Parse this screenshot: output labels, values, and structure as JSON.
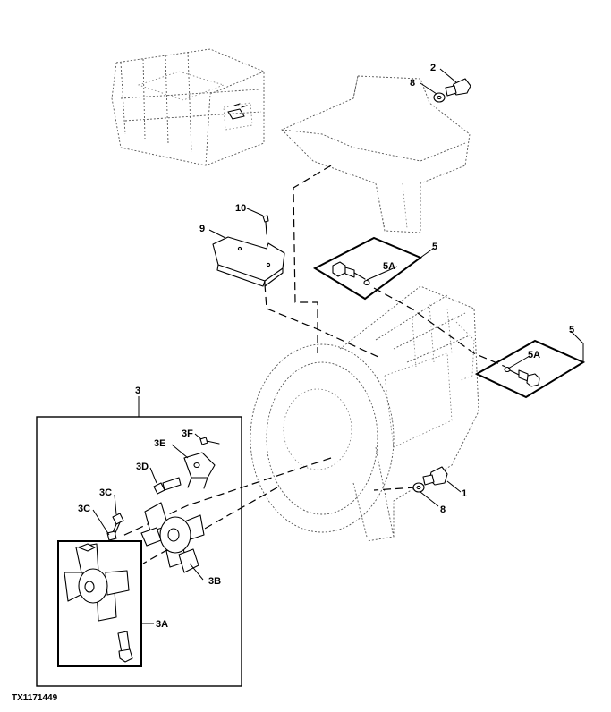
{
  "figure_id": "TX1171449",
  "callouts": {
    "c1": "1",
    "c2": "2",
    "c3": "3",
    "c3A": "3A",
    "c3B": "3B",
    "c3C_upper": "3C",
    "c3C_lower": "3C",
    "c3D": "3D",
    "c3E": "3E",
    "c3F": "3F",
    "c5_upper": "5",
    "c5A_upper": "5A",
    "c5_lower": "5",
    "c5A_lower": "5A",
    "c8_upper": "8",
    "c8_lower": "8",
    "c9": "9",
    "c10": "10"
  }
}
